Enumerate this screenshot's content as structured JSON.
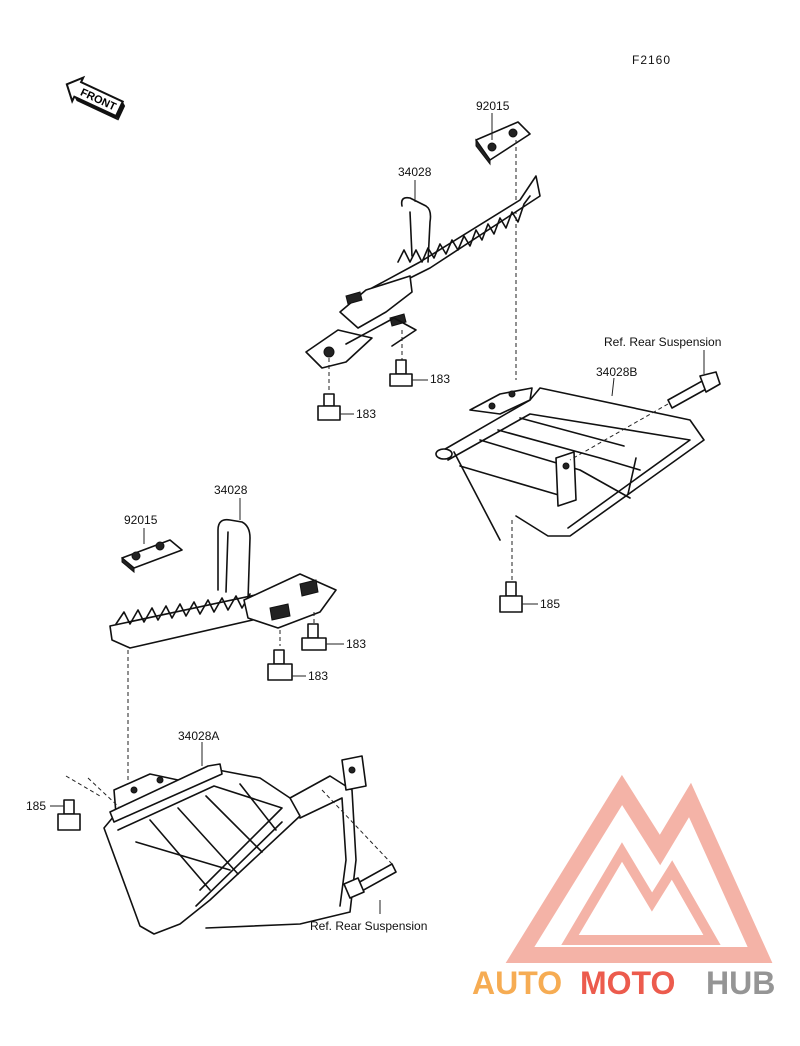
{
  "figure_code": "F2160",
  "front_label": "FRONT",
  "labels": {
    "upper_pad": "92015",
    "upper_step": "34028",
    "upper_bolt_a": "183",
    "upper_bolt_b": "183",
    "ref_upper": "Ref. Rear Suspension",
    "right_bracket": "34028B",
    "right_bolt": "185",
    "lower_step": "34028",
    "lower_pad": "92015",
    "lower_bolt_a": "183",
    "lower_bolt_b": "183",
    "left_bracket": "34028A",
    "left_bolt": "185",
    "ref_lower": "Ref. Rear Suspension"
  },
  "watermark": {
    "part1": "AUTO",
    "part2": "MOTO",
    "part3": "HUB",
    "color_orange": "#f6a441",
    "color_red": "#ea4a3a",
    "color_gray": "#8a8a8a"
  }
}
